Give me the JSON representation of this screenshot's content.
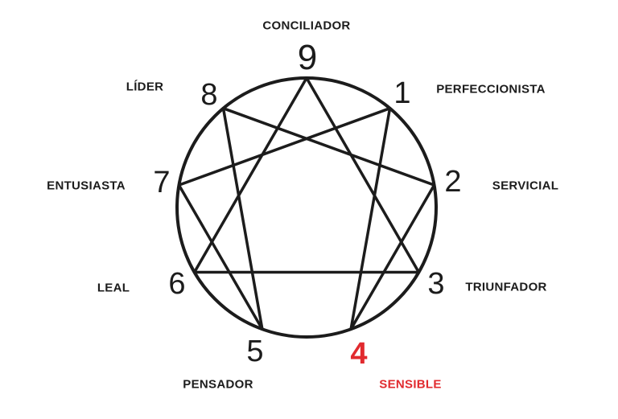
{
  "diagram": {
    "kind": "enneagram",
    "points": [
      {
        "number": "1",
        "label": "PERFECCIONISTA",
        "highlight": false
      },
      {
        "number": "2",
        "label": "SERVICIAL",
        "highlight": false
      },
      {
        "number": "3",
        "label": "TRIUNFADOR",
        "highlight": false
      },
      {
        "number": "4",
        "label": "SENSIBLE",
        "highlight": true
      },
      {
        "number": "5",
        "label": "PENSADOR",
        "highlight": false
      },
      {
        "number": "6",
        "label": "LEAL",
        "highlight": false
      },
      {
        "number": "7",
        "label": "ENTUSIASTA",
        "highlight": false
      },
      {
        "number": "8",
        "label": "LÍDER",
        "highlight": false
      },
      {
        "number": "9",
        "label": "CONCILIADOR",
        "highlight": false
      }
    ]
  },
  "colors": {
    "ink": "#1c1c1c",
    "highlight": "#e12a2e",
    "bg": "#ffffff"
  }
}
